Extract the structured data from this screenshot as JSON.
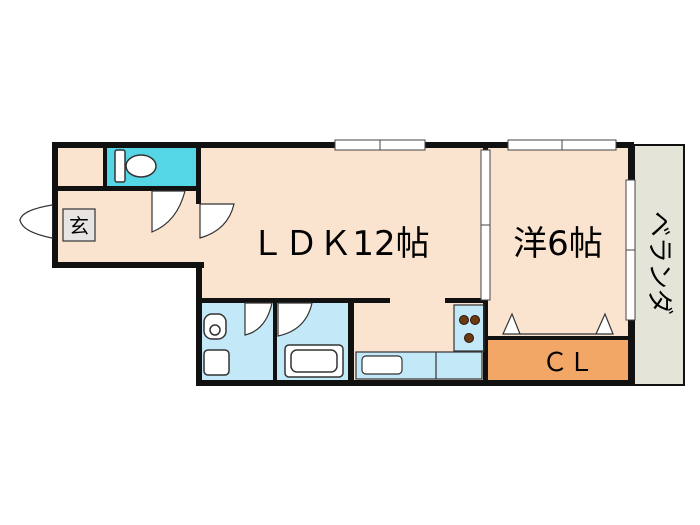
{
  "rooms": {
    "ldk": {
      "label": "ＬＤＫ12帖"
    },
    "western": {
      "label": "洋6帖"
    },
    "closet": {
      "label": "ＣＬ"
    },
    "entrance": {
      "label": "玄"
    },
    "veranda": {
      "label": "ベランダ"
    }
  },
  "colors": {
    "floor": "#fae3cf",
    "wet_area": "#c3e8f8",
    "toilet": "#55d6e6",
    "closet": "#f2a766",
    "veranda": "#e4e4d8",
    "wall": "#111111"
  }
}
